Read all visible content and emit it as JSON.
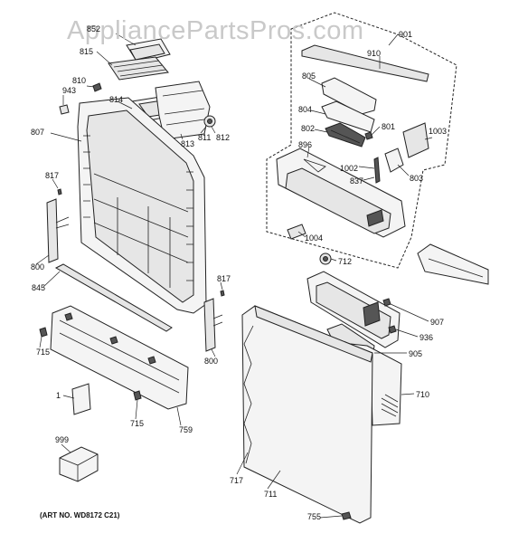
{
  "watermark": "AppliancePartsPros.com",
  "art_number": "(ART NO. WD8172 C21)",
  "callouts": {
    "c852": "852",
    "c815": "815",
    "c901": "901",
    "c910": "910",
    "c943": "943",
    "c810": "810",
    "c814": "814",
    "c805": "805",
    "c807": "807",
    "c813": "813",
    "c811": "811",
    "c812": "812",
    "c804": "804",
    "c801": "801",
    "c802": "802",
    "c1003": "1003",
    "c896": "896",
    "c817a": "817",
    "c1002": "1002",
    "c837": "837",
    "c803": "803",
    "c1004": "1004",
    "c800a": "800",
    "c712": "712",
    "c845": "845",
    "c817b": "817",
    "c907": "907",
    "c715a": "715",
    "c936": "936",
    "c800b": "800",
    "c905": "905",
    "c1": "1",
    "c710": "710",
    "c715b": "715",
    "c759": "759",
    "c999": "999",
    "c717": "717",
    "c711": "711",
    "c755": "755"
  }
}
